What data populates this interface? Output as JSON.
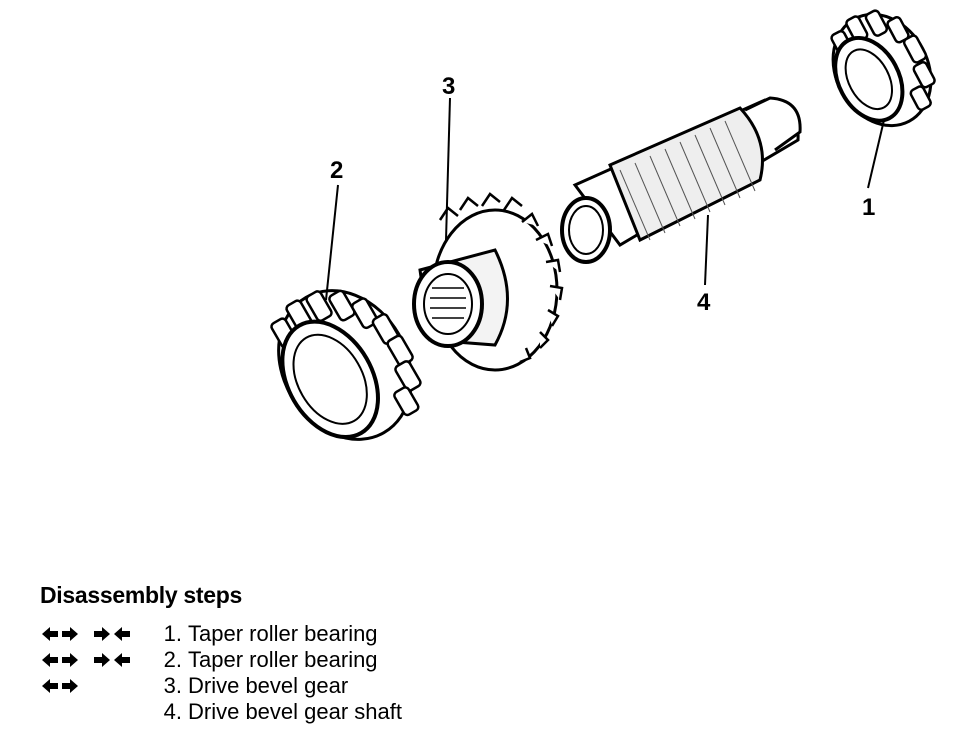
{
  "callouts": {
    "c1": "1",
    "c2": "2",
    "c3": "3",
    "c4": "4"
  },
  "steps": {
    "title": "Disassembly steps",
    "items": [
      {
        "num": "1.",
        "label": "Taper roller bearing",
        "marks": 2
      },
      {
        "num": "2.",
        "label": "Taper roller bearing",
        "marks": 2
      },
      {
        "num": "3.",
        "label": "Drive bevel gear",
        "marks": 1
      },
      {
        "num": "4.",
        "label": "Drive bevel gear shaft",
        "marks": 0
      }
    ]
  },
  "icons": {
    "mark-a": "double-arrow-outward-icon",
    "mark-b": "double-arrow-inward-icon"
  }
}
